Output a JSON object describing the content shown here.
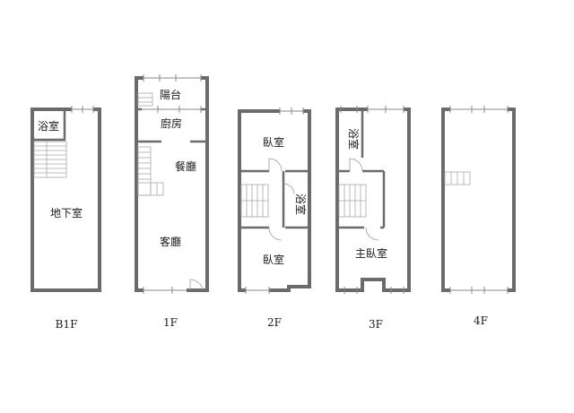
{
  "floors": {
    "b1f": {
      "label": "B1F",
      "rooms": {
        "bath": "浴室",
        "basement": "地下室"
      }
    },
    "f1": {
      "label": "1F",
      "rooms": {
        "balcony": "陽台",
        "kitchen": "廚房",
        "dining": "餐廳",
        "living": "客廳"
      }
    },
    "f2": {
      "label": "2F",
      "rooms": {
        "bedroom_a": "臥室",
        "bath": "浴室",
        "bedroom_b": "臥室"
      }
    },
    "f3": {
      "label": "3F",
      "rooms": {
        "bath": "浴室",
        "master": "主臥室"
      }
    },
    "f4": {
      "label": "4F"
    }
  }
}
